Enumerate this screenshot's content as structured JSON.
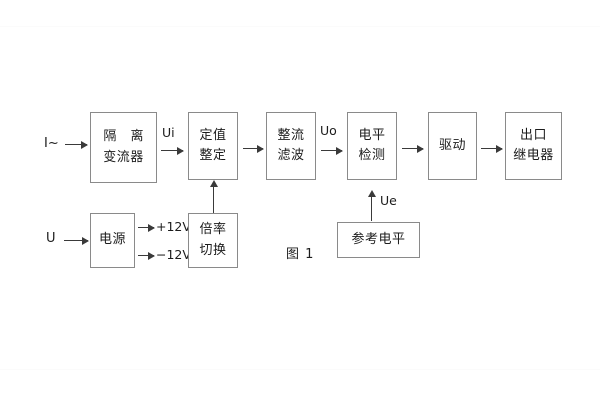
{
  "figure": {
    "caption": "图 1",
    "background_color": "#ffffff",
    "line_color": "#3a3a3a",
    "box_border_color": "#8a8a8a",
    "text_color": "#1c1c1c"
  },
  "inputs": [
    {
      "name": "current-input",
      "label": "I~"
    },
    {
      "name": "voltage-input",
      "label": "U"
    }
  ],
  "blocks": [
    {
      "id": "isolation-ct",
      "lines": [
        "隔 离",
        "变流器"
      ]
    },
    {
      "id": "setting-adjust",
      "lines": [
        "定值",
        "整定"
      ]
    },
    {
      "id": "rectifier-filter",
      "lines": [
        "整流",
        "滤波"
      ]
    },
    {
      "id": "level-detect",
      "lines": [
        "电平",
        "检测"
      ]
    },
    {
      "id": "driver",
      "lines": [
        "驱动"
      ]
    },
    {
      "id": "output-relay",
      "lines": [
        "出口",
        "继电器"
      ]
    },
    {
      "id": "power-supply",
      "lines": [
        "电源"
      ]
    },
    {
      "id": "ratio-switch",
      "lines": [
        "倍率",
        "切换"
      ]
    },
    {
      "id": "reference-level",
      "lines": [
        "参考电平"
      ]
    }
  ],
  "signals": [
    {
      "id": "ui",
      "label": "Ui"
    },
    {
      "id": "uo",
      "label": "Uo"
    },
    {
      "id": "ue",
      "label": "Ue"
    }
  ],
  "power_rails": [
    {
      "id": "rail-pos",
      "label": "+12V"
    },
    {
      "id": "rail-neg",
      "label": "−12V"
    }
  ]
}
